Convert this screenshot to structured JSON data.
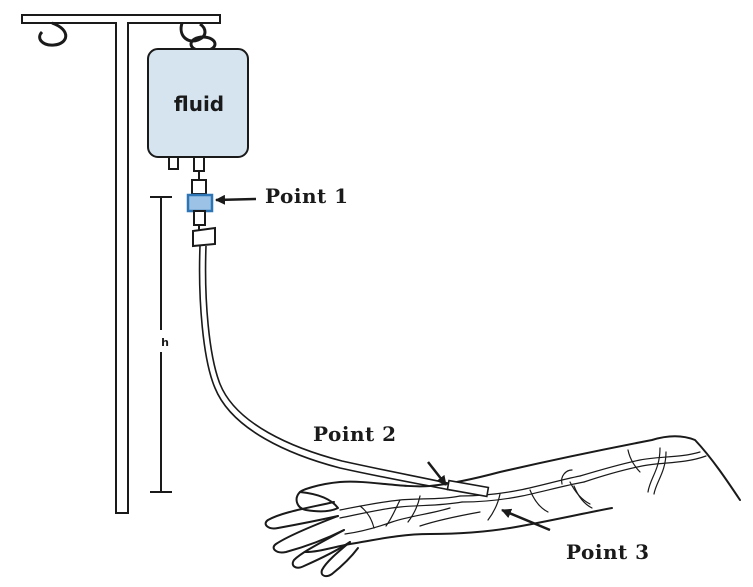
{
  "bag": {
    "label": "fluid",
    "fill_color": "#d6e4f0"
  },
  "height_label": "h",
  "points": [
    {
      "label": "Point 1"
    },
    {
      "label": "Point 2"
    },
    {
      "label": "Point 3"
    }
  ],
  "colors": {
    "line": "#1a1a1a",
    "drip_chamber": "#9cc3e6",
    "drip_chamber_border": "#2e75b6"
  }
}
